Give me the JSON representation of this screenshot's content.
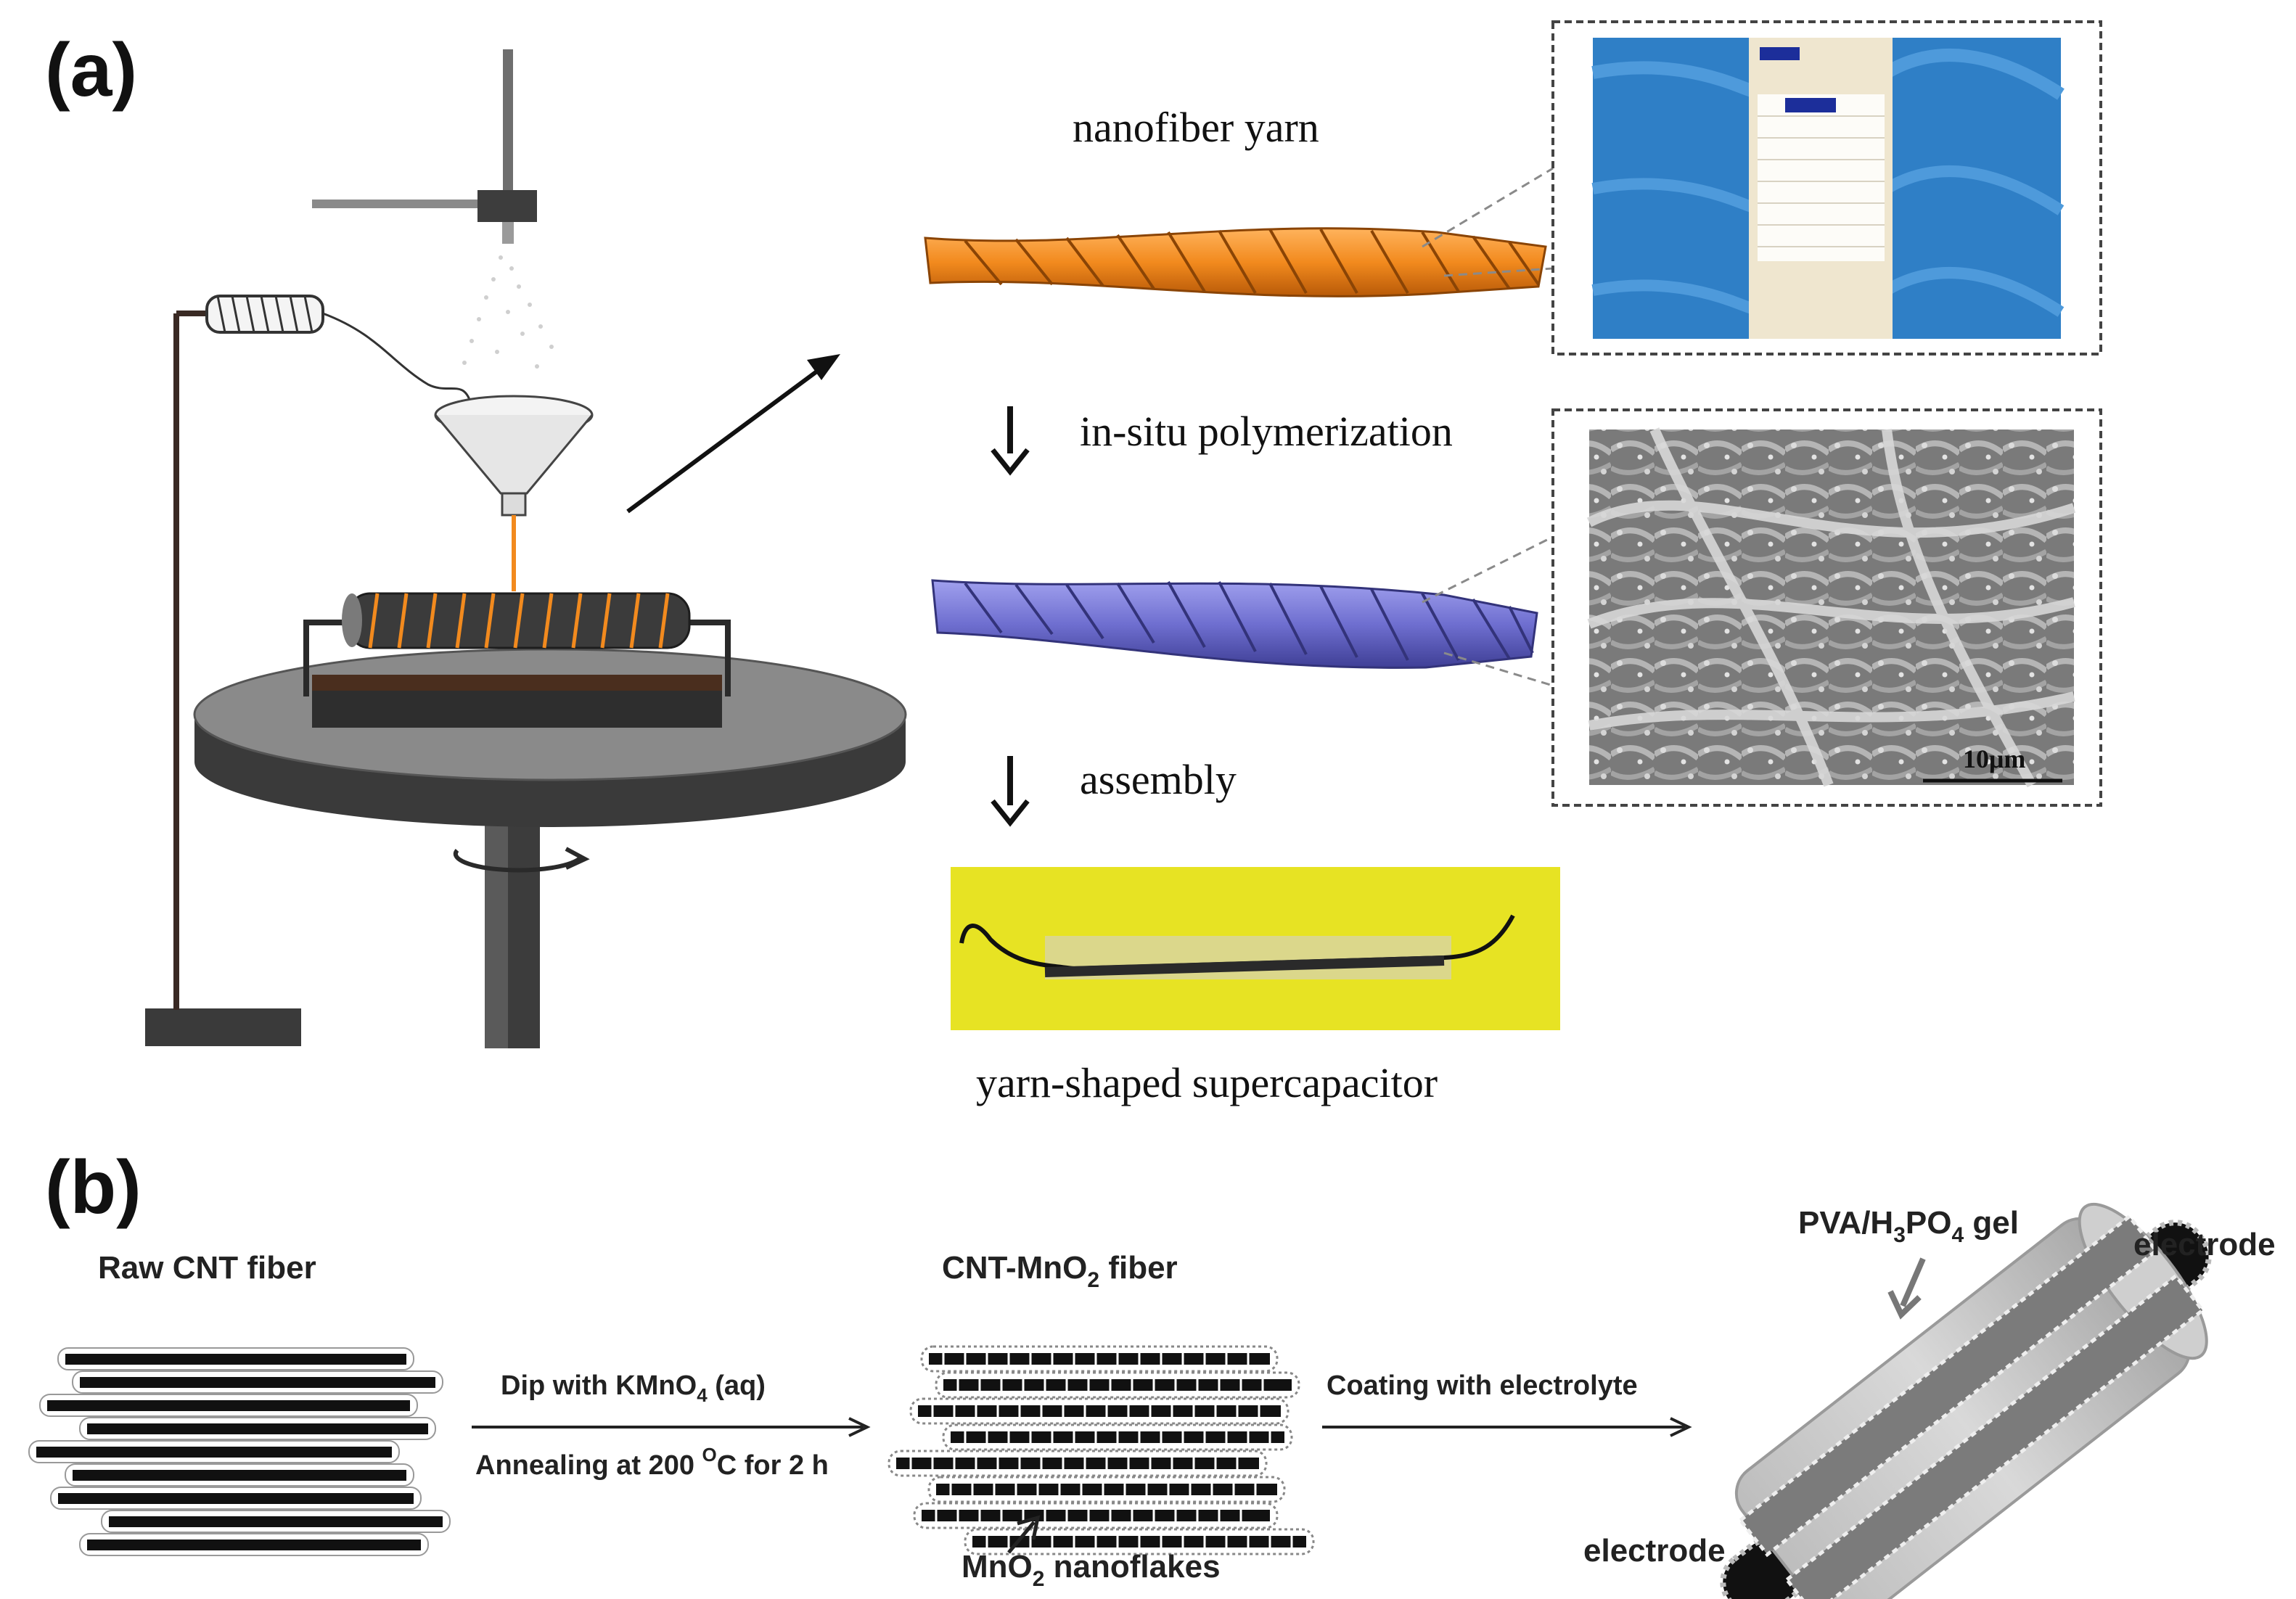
{
  "panel_a": {
    "label": "(a)",
    "steps": {
      "yarn": "nanofiber yarn",
      "polymerization": "in-situ polymerization",
      "assembly": "assembly",
      "device": "yarn-shaped supercapacitor"
    },
    "sem_scale": "10μm"
  },
  "panel_b": {
    "label": "(b)",
    "raw": "Raw CNT fiber",
    "cnt_mno2_prefix": "CNT-MnO",
    "cnt_mno2_sub": "2",
    "cnt_mno2_suffix": " fiber",
    "step1_line1_prefix": "Dip with KMnO",
    "step1_line1_sub": "4",
    "step1_line1_suffix": " (aq)",
    "step1_line2_prefix": "Annealing at 200 ",
    "step1_line2_sup": "O",
    "step1_line2_suffix": "C for 2 h",
    "step2": "Coating with electrolyte",
    "nanoflakes_prefix": "MnO",
    "nanoflakes_sub": "2",
    "nanoflakes_suffix": " nanoflakes",
    "gel_prefix": "PVA/H",
    "gel_sub1": "3",
    "gel_mid": "PO",
    "gel_sub2": "4",
    "gel_suffix": " gel",
    "electrode_top": "electrode",
    "electrode_bottom": "electrode"
  },
  "colors": {
    "orange_yarn": "#f28a1e",
    "purple_yarn": "#6f6fd0",
    "photo_blue": "#2f7fc6",
    "photo_yellow": "#e7e323",
    "sem_gray": "#8d8d8d"
  }
}
